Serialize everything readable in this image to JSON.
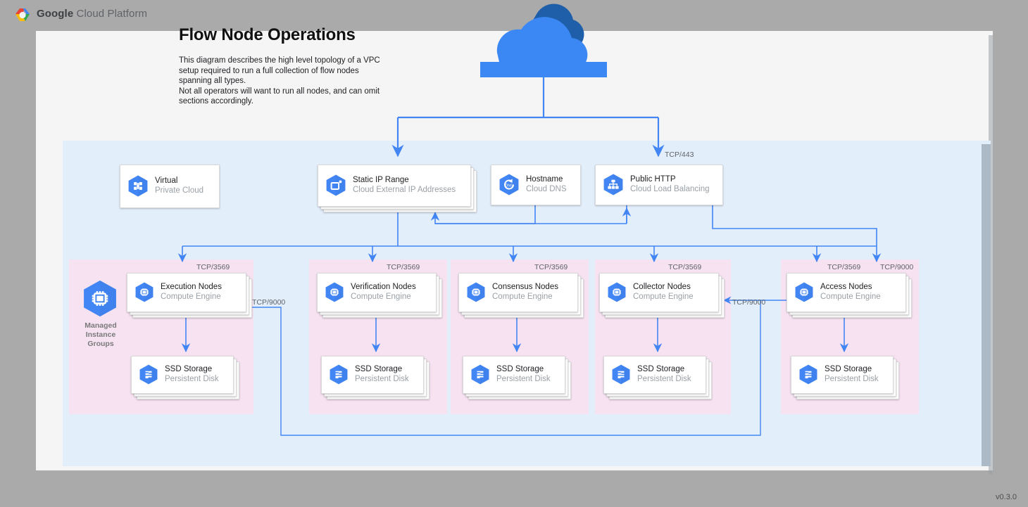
{
  "topbar": {
    "brand_bold": "Google",
    "brand_rest": " Cloud Platform",
    "logo_icon": "google-cloud-logo"
  },
  "header": {
    "title": "Flow Node Operations",
    "description": "This diagram describes the high level topology of a VPC setup required to run a full collection of flow nodes spanning all types.\nNot all operators will want to run all nodes, and can omit sections accordingly."
  },
  "footer": {
    "version": "v0.3.0"
  },
  "colors": {
    "page_bg": "#aaaaaa",
    "canvas": "#f5f5f5",
    "vpc_panel": "#e3eefb",
    "group_panel": "#f7e2f2",
    "wire": "#4285f4",
    "gcp_blue": "#4285f4",
    "cloud_light": "#3b88f5",
    "cloud_dark": "#1f5fa9",
    "card_bg": "#ffffff",
    "title_text": "#202124",
    "sub_text": "#9aa0a6",
    "label_text": "#5f6368"
  },
  "cloud": {
    "icon": "cloud-icon",
    "name": "Internet"
  },
  "infra_nodes": [
    {
      "id": "vpc",
      "title": "Virtual",
      "subtitle": "Private Cloud",
      "icon": "virtual-private-cloud-icon",
      "stacked": false
    },
    {
      "id": "static-ip",
      "title": "Static IP Range",
      "subtitle": "Cloud External IP Addresses",
      "icon": "external-ip-icon",
      "stacked": true
    },
    {
      "id": "hostname",
      "title": "Hostname",
      "subtitle": "Cloud DNS",
      "icon": "cloud-dns-icon",
      "stacked": false
    },
    {
      "id": "public-http",
      "title": "Public HTTP",
      "subtitle": "Cloud Load Balancing",
      "icon": "load-balancing-icon",
      "stacked": false
    }
  ],
  "mig": {
    "label": "Managed\nInstance\nGroups",
    "icon": "managed-instance-groups-icon"
  },
  "node_groups": [
    {
      "id": "execution",
      "node_title": "Execution Nodes",
      "node_subtitle": "Compute Engine",
      "node_icon": "compute-engine-icon",
      "storage_title": "SSD Storage",
      "storage_subtitle": "Persistent Disk",
      "storage_icon": "persistent-disk-icon",
      "inbound_label": "TCP/3569"
    },
    {
      "id": "verification",
      "node_title": "Verification Nodes",
      "node_subtitle": "Compute Engine",
      "node_icon": "compute-engine-icon",
      "storage_title": "SSD Storage",
      "storage_subtitle": "Persistent Disk",
      "storage_icon": "persistent-disk-icon",
      "inbound_label": "TCP/3569"
    },
    {
      "id": "consensus",
      "node_title": "Consensus Nodes",
      "node_subtitle": "Compute Engine",
      "node_icon": "compute-engine-icon",
      "storage_title": "SSD Storage",
      "storage_subtitle": "Persistent Disk",
      "storage_icon": "persistent-disk-icon",
      "inbound_label": "TCP/3569"
    },
    {
      "id": "collector",
      "node_title": "Collector Nodes",
      "node_subtitle": "Compute Engine",
      "node_icon": "compute-engine-icon",
      "storage_title": "SSD Storage",
      "storage_subtitle": "Persistent Disk",
      "storage_icon": "persistent-disk-icon",
      "inbound_label": "TCP/3569"
    },
    {
      "id": "access",
      "node_title": "Access Nodes",
      "node_subtitle": "Compute Engine",
      "node_icon": "compute-engine-icon",
      "storage_title": "SSD Storage",
      "storage_subtitle": "Persistent Disk",
      "storage_icon": "persistent-disk-icon",
      "inbound_label": "TCP/3569",
      "inbound_label_2": "TCP/9000"
    }
  ],
  "edge_labels": {
    "lb_443": "TCP/443",
    "exec_9000": "TCP/9000",
    "collector_9000": "TCP/9000",
    "access_9000": "TCP/9000"
  }
}
